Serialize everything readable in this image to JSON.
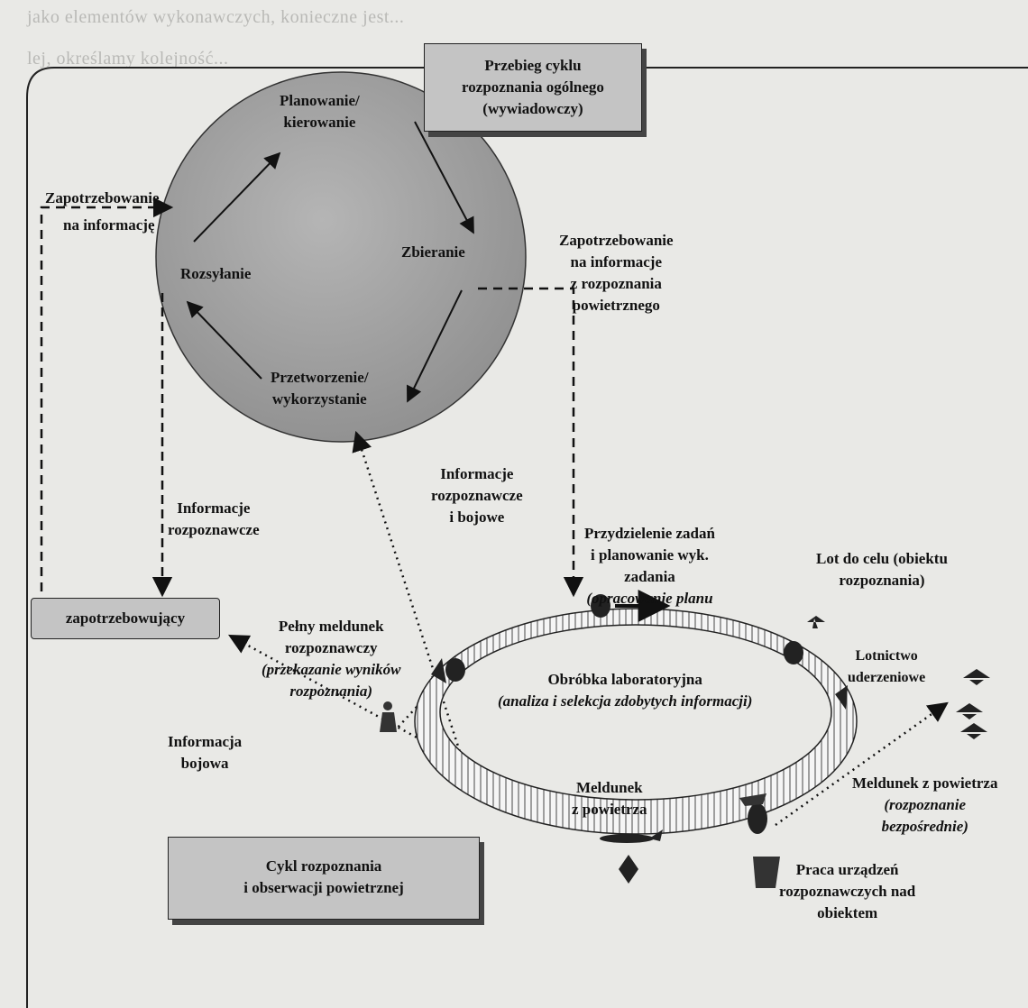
{
  "background_text": [
    "jako elementów wykonawczych, konieczne jest...",
    "lej, określamy kolejność..."
  ],
  "title_top": {
    "line1": "Przebieg cyklu",
    "line2": "rozpoznania ogólnego",
    "line3": "(wywiadowczy)"
  },
  "title_bottom": {
    "line1": "Cykl rozpoznania",
    "line2": "i obserwacji powietrznej"
  },
  "circle": {
    "planowanie": {
      "line1": "Planowanie/",
      "line2": "kierowanie"
    },
    "zbieranie": "Zbieranie",
    "przetworzenie": {
      "line1": "Przetworzenie/",
      "line2": "wykorzystanie"
    },
    "rozsylanie": "Rozsyłanie"
  },
  "zapotrzebowanie_info": {
    "line1": "Zapotrzebowanie",
    "line2": "na informację"
  },
  "zapotrzebowanie_powietrzne": {
    "line1": "Zapotrzebowanie",
    "line2": "na informacje",
    "line3": "z rozpoznania",
    "line4": "powietrznego"
  },
  "informacje_rozp": {
    "line1": "Informacje",
    "line2": "rozpoznawcze"
  },
  "informacje_rozp_bojowe": {
    "line1": "Informacje",
    "line2": "rozpoznawcze",
    "line3": "i bojowe"
  },
  "zapotrzebowujacy": "zapotrzebowujący",
  "pelny_meldunek": {
    "line1": "Pełny meldunek",
    "line2": "rozpoznawczy",
    "line3": "(przekazanie wyników",
    "line4": "rozpoznania)"
  },
  "informacja_bojowa": {
    "line1": "Informacja",
    "line2": "bojowa"
  },
  "przydzielenie": {
    "line1": "Przydzielenie  zadań",
    "line2": "i planowanie wyk.",
    "line3": "zadania",
    "line4": "(opracowanie planu"
  },
  "lot_do_celu": {
    "line1": "Lot do celu (obiektu",
    "line2": "rozpoznania)"
  },
  "lotnictwo": {
    "line1": "Lotnictwo",
    "line2": "uderzeniowe"
  },
  "obrobka": {
    "line1": "Obróbka laboratoryjna",
    "line2": "(analiza i selekcja zdobytych  informacji)"
  },
  "meldunek_z_powietrza": {
    "line1": "Meldunek",
    "line2": "z powietrza"
  },
  "meldunek_bezposredni": {
    "line1": "Meldunek z powietrza",
    "line2": "(rozpoznanie",
    "line3": "bezpośrednie)"
  },
  "praca_urzadzen": {
    "line1": "Praca  urządzeń",
    "line2": "rozpoznawczych nad",
    "line3": "obiektem"
  },
  "colors": {
    "circle_fill": "#9d9d9d",
    "box_fill": "#c4c4c4",
    "ring_fill": "#f3f3f3",
    "bg": "#e9e9e6"
  }
}
